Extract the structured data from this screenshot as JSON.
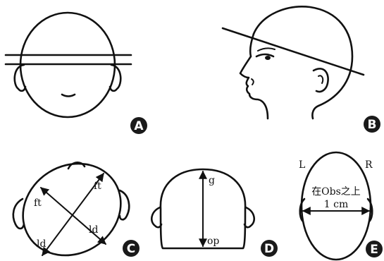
{
  "panels": {
    "a": {
      "badge": "A"
    },
    "b": {
      "badge": "B"
    },
    "c": {
      "badge": "C",
      "labels": {
        "ft_top": "ft",
        "ft_left": "ft",
        "ld_right": "ld",
        "ld_bottom": "ld"
      }
    },
    "d": {
      "badge": "D",
      "labels": {
        "g": "g",
        "op": "op"
      }
    },
    "e": {
      "badge": "E",
      "labels": {
        "left": "L",
        "right": "R",
        "note": "在Obs之上",
        "distance": "1 cm"
      }
    }
  },
  "colors": {
    "line": "#111111",
    "badge_fill": "#1a1a1a",
    "badge_text": "#ffffff",
    "background": "#ffffff"
  }
}
